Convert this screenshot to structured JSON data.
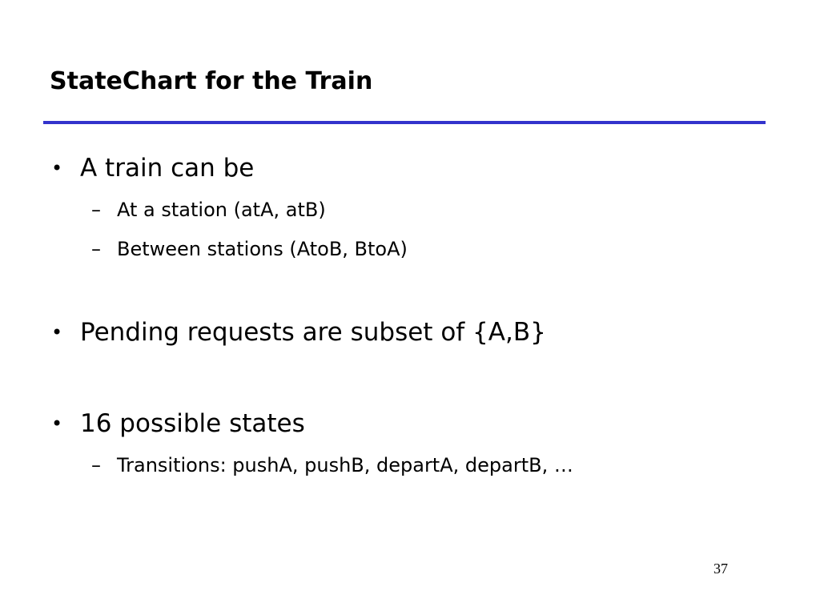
{
  "slide": {
    "title": "StateChart for the Train",
    "bullet_marker": "•",
    "sub_marker": "–",
    "bullets": [
      {
        "text": "A train can be",
        "subs": [
          "At a station (atA, atB)",
          "Between stations (AtoB, BtoA)"
        ]
      },
      {
        "text": "Pending requests are subset of {A,B}",
        "subs": []
      },
      {
        "text": "16 possible states",
        "subs": [
          "Transitions: pushA, pushB, departA, departB, …"
        ]
      }
    ],
    "page_number": "37",
    "accent_color": "#3333cc"
  }
}
